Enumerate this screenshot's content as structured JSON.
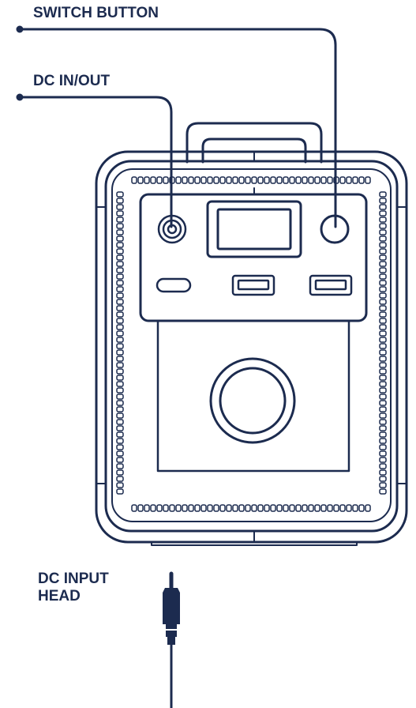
{
  "labels": {
    "switch_button": "SWITCH BUTTON",
    "dc_in_out": "DC IN/OUT",
    "dc_input_head_line1": "DC INPUT",
    "dc_input_head_line2": "HEAD"
  },
  "colors": {
    "line": "#1c2b4f",
    "background": "#ffffff"
  }
}
